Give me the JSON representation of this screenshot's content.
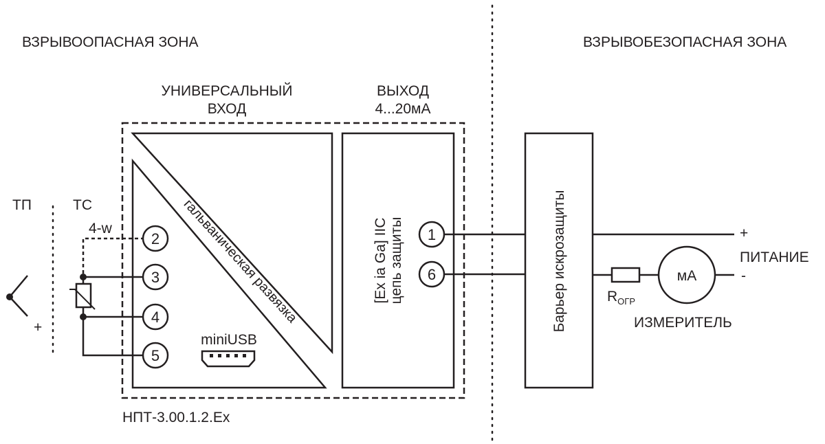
{
  "zones": {
    "hazardous": "ВЗРЫВООПАСНАЯ ЗОНА",
    "safe": "ВЗРЫВОБЕЗОПАСНАЯ ЗОНА"
  },
  "module": {
    "input_line1": "УНИВЕРСАЛЬНЫЙ",
    "input_line2": "ВХОД",
    "output_line1": "ВЫХОД",
    "output_line2": "4...20мА",
    "model": "НПТ-3.00.1.2.Ex",
    "isolation": "гальваническая развязка",
    "usb": "miniUSB",
    "protection_line1": "[Ex ia Ga] IIC",
    "protection_line2": "цепь защиты"
  },
  "sensors": {
    "thermocouple": "ТП",
    "rtd": "ТС",
    "four_wire": "4-w",
    "plus": "+"
  },
  "terminals": {
    "t2": "2",
    "t3": "3",
    "t4": "4",
    "t5": "5",
    "t1": "1",
    "t6": "6"
  },
  "barrier": {
    "label": "Барьер искрозащиты"
  },
  "supply": {
    "plus": "+",
    "minus": "-",
    "label": "ПИТАНИЕ"
  },
  "meter": {
    "resistor_main": "R",
    "resistor_sub": "ОГР",
    "instrument": "мА",
    "label": "ИЗМЕРИТЕЛЬ"
  }
}
